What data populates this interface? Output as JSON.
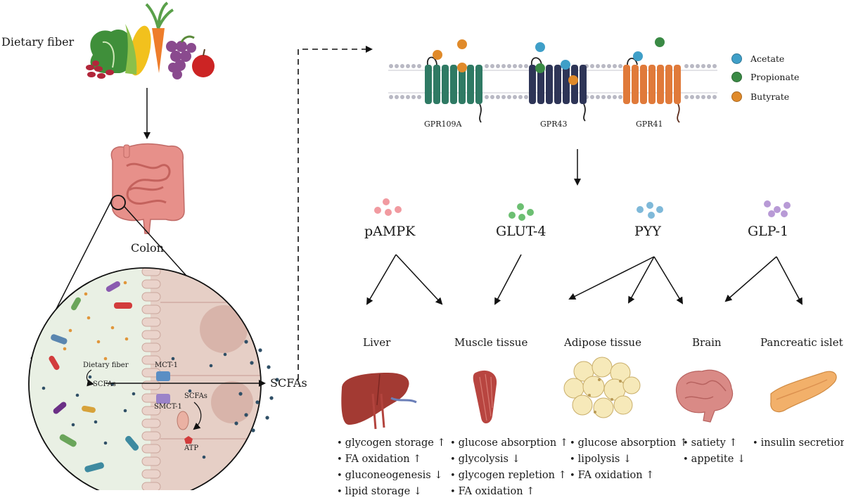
{
  "input_label": "Dietary fiber",
  "organ_label": "Colon",
  "output_label": "SCFAs",
  "inset": {
    "fiber": "Dietary fiber",
    "scfas": "SCFAs",
    "mct1": "MCT-1",
    "smct1": "SMCT-1",
    "scfas2": "SCFAs",
    "atp": "ATP"
  },
  "receptors": [
    "GPR109A",
    "GPR43",
    "GPR41"
  ],
  "legend": [
    {
      "name": "Acetate",
      "color": "#3f9fc8"
    },
    {
      "name": "Propionate",
      "color": "#3a8a45"
    },
    {
      "name": "Butyrate",
      "color": "#e08a2a"
    }
  ],
  "mediators": [
    {
      "name": "pAMPK",
      "color": "#f19aa0"
    },
    {
      "name": "GLUT-4",
      "color": "#6cbf72"
    },
    {
      "name": "PYY",
      "color": "#7fb9d9"
    },
    {
      "name": "GLP-1",
      "color": "#b89ad6"
    }
  ],
  "tissues": [
    {
      "name": "Liver",
      "effects": [
        "glycogen storage ↑",
        "FA oxidation ↑",
        "gluconeogenesis ↓",
        "lipid storage ↓"
      ]
    },
    {
      "name": "Muscle tissue",
      "effects": [
        "glucose absorption ↑",
        "glycolysis ↓",
        "glycogen repletion ↑",
        "FA oxidation ↑"
      ]
    },
    {
      "name": "Adipose tissue",
      "effects": [
        "glucose absorption ↑",
        "lipolysis ↓",
        "FA oxidation ↑"
      ]
    },
    {
      "name": "Brain",
      "effects": [
        "satiety ↑",
        "appetite ↓"
      ]
    },
    {
      "name": "Pancreatic islet",
      "effects": [
        "insulin secretion ↑"
      ]
    }
  ]
}
